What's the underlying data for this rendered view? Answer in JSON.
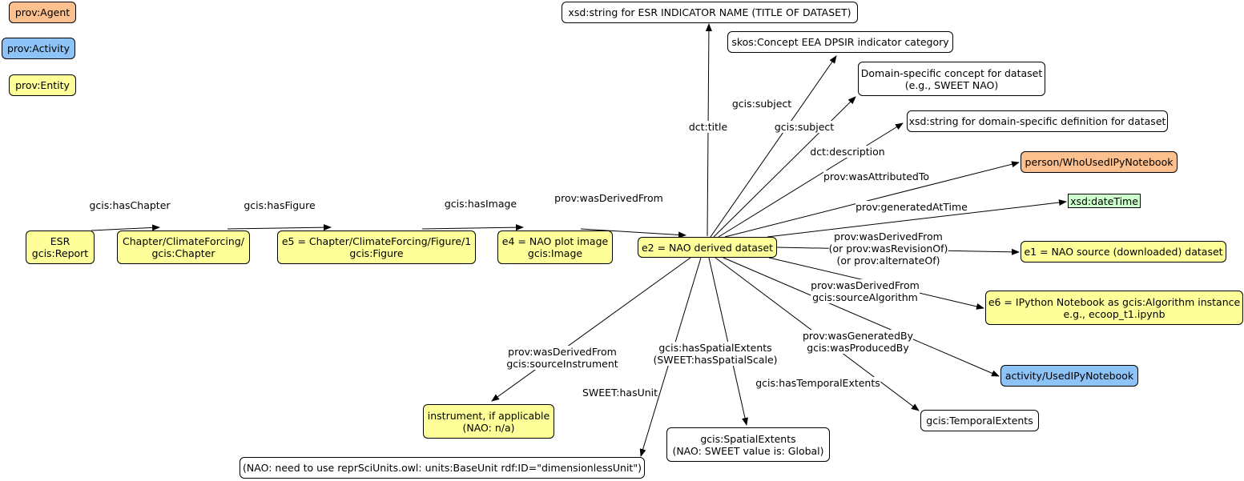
{
  "legend": {
    "agent": "prov:Agent",
    "activity": "prov:Activity",
    "entity": "prov:Entity"
  },
  "nodes": {
    "esr_report": [
      "ESR",
      "gcis:Report"
    ],
    "chapter": [
      "Chapter/ClimateForcing/",
      "gcis:Chapter"
    ],
    "figure": [
      "e5 = Chapter/ClimateForcing/Figure/1",
      "gcis:Figure"
    ],
    "image": [
      "e4 = NAO plot image",
      "gcis:Image"
    ],
    "e2": [
      "e2 = NAO derived dataset"
    ],
    "title_string": [
      "xsd:string for ESR INDICATOR NAME (TITLE OF DATASET)"
    ],
    "dpsir_concept": [
      "skos:Concept EEA DPSIR indicator category"
    ],
    "domain_concept": [
      "Domain-specific concept for dataset",
      "(e.g., SWEET NAO)"
    ],
    "definition_string": [
      "xsd:string for domain-specific definition for dataset"
    ],
    "person": [
      "person/WhoUsedIPyNotebook"
    ],
    "datetime": [
      "xsd:dateTime"
    ],
    "e1": [
      "e1 = NAO source (downloaded) dataset"
    ],
    "e6": [
      "e6 = IPython Notebook as gcis:Algorithm instance",
      "e.g., ecoop_t1.ipynb"
    ],
    "activity": [
      "activity/UsedIPyNotebook"
    ],
    "temporal": [
      "gcis:TemporalExtents"
    ],
    "spatial": [
      "gcis:SpatialExtents",
      "(NAO: SWEET value is: Global)"
    ],
    "unit": [
      "(NAO: need to use reprSciUnits.owl: units:BaseUnit rdf:ID=\"dimensionlessUnit\")"
    ],
    "instrument": [
      "instrument, if applicable",
      "(NAO: n/a)"
    ]
  },
  "edges": {
    "has_chapter": [
      "gcis:hasChapter"
    ],
    "has_figure": [
      "gcis:hasFigure"
    ],
    "has_image": [
      "gcis:hasImage"
    ],
    "derived_from_image": [
      "prov:wasDerivedFrom"
    ],
    "title": [
      "dct:title"
    ],
    "subject_dpsir": [
      "gcis:subject"
    ],
    "subject_domain": [
      "gcis:subject"
    ],
    "description": [
      "dct:description"
    ],
    "attributed": [
      "prov:wasAttributedTo"
    ],
    "generated_time": [
      "prov:generatedAtTime"
    ],
    "derived_e1": [
      "prov:wasDerivedFrom",
      "(or prov:wasRevisionOf)",
      "(or prov:alternateOf)"
    ],
    "source_algorithm": [
      "prov:wasDerivedFrom",
      "gcis:sourceAlgorithm"
    ],
    "generated_by": [
      "prov:wasGeneratedBy",
      "gcis:wasProducedBy"
    ],
    "temporal_extents": [
      "gcis:hasTemporalExtents"
    ],
    "spatial_extents": [
      "gcis:hasSpatialExtents",
      "(SWEET:hasSpatialScale)"
    ],
    "has_unit": [
      "SWEET:hasUnit"
    ],
    "source_instrument": [
      "prov:wasDerivedFrom",
      "gcis:sourceInstrument"
    ]
  }
}
